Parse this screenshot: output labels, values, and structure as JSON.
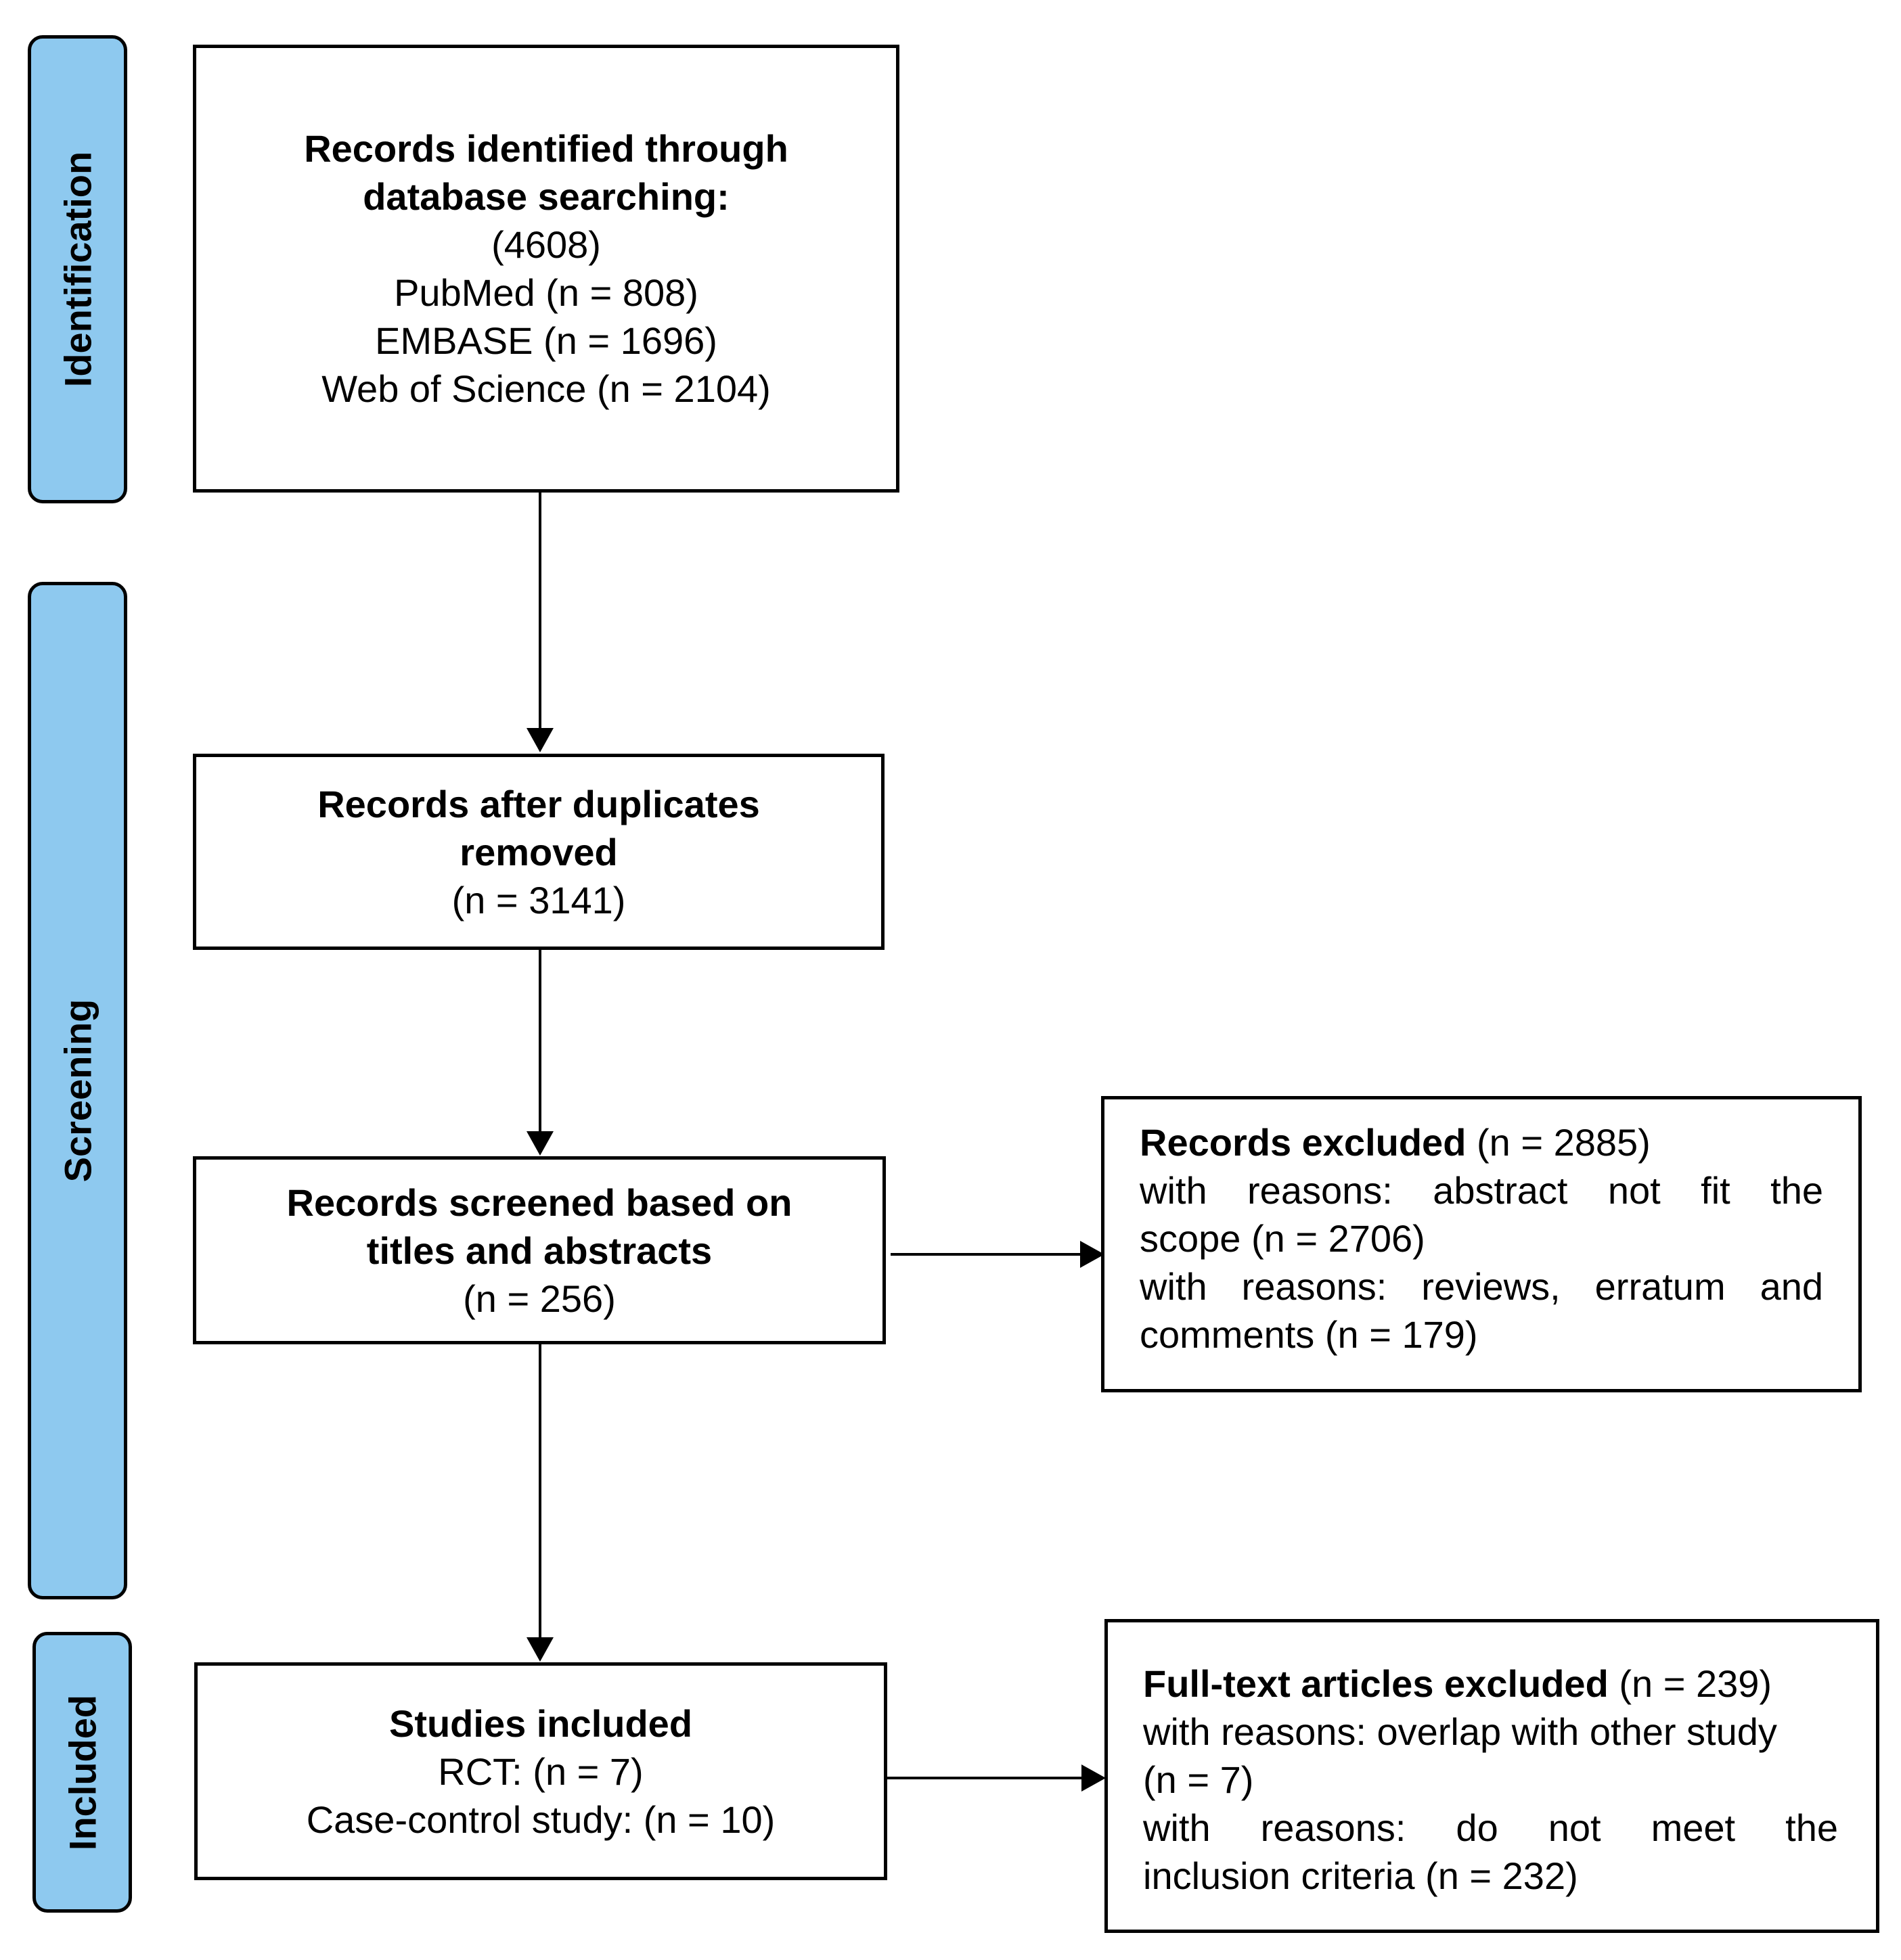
{
  "phases": {
    "identification": "Identification",
    "screening": "Screening",
    "included": "Included"
  },
  "boxes": {
    "identified": {
      "title": [
        "Records identified through",
        "database searching:"
      ],
      "lines": [
        "(4608)",
        "PubMed (n = 808)",
        "EMBASE (n = 1696)",
        "Web of Science (n = 2104)"
      ]
    },
    "duplicates": {
      "title": [
        "Records after duplicates",
        "removed"
      ],
      "lines": [
        "(n = 3141)"
      ]
    },
    "screened": {
      "title": [
        "Records screened based on",
        "titles and abstracts"
      ],
      "lines": [
        "(n = 256)"
      ]
    },
    "included": {
      "title": [
        "Studies included"
      ],
      "lines": [
        "RCT: (n = 7)",
        "Case-control study: (n = 10)"
      ]
    },
    "records_excluded": {
      "title": "Records excluded",
      "count": " (n = 2885)",
      "lines": [
        "with reasons: abstract not fit the",
        "scope (n = 2706)",
        "with reasons: reviews, erratum and",
        "comments (n = 179)"
      ]
    },
    "fulltext_excluded": {
      "title": "Full-text articles excluded",
      "count": " (n = 239)",
      "lines": [
        "with reasons: overlap with other study",
        "(n = 7)",
        "with reasons: do not meet the",
        "inclusion criteria (n = 232)"
      ]
    }
  }
}
